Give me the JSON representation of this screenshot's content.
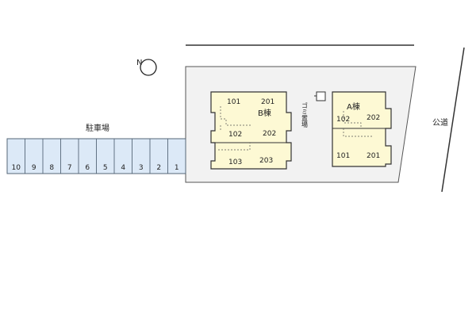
{
  "compass": {
    "letter": "N",
    "icon": "north-arrow-icon"
  },
  "parking": {
    "label": "駐車場",
    "spaces": [
      "10",
      "9",
      "8",
      "7",
      "6",
      "5",
      "4",
      "3",
      "2",
      "1"
    ],
    "color": "#dce9f7"
  },
  "road": {
    "label": "公道"
  },
  "garbage": {
    "label": "ゴミ置場",
    "icon": "garbage-bin-icon"
  },
  "building_b": {
    "label": "B棟",
    "units": [
      "101",
      "201",
      "102",
      "202",
      "103",
      "203"
    ],
    "color": "#fdf9d4"
  },
  "building_a": {
    "label": "A棟",
    "units": [
      "102",
      "202",
      "101",
      "201"
    ],
    "color": "#fdf9d4"
  },
  "site_color": "#f2f2f2"
}
